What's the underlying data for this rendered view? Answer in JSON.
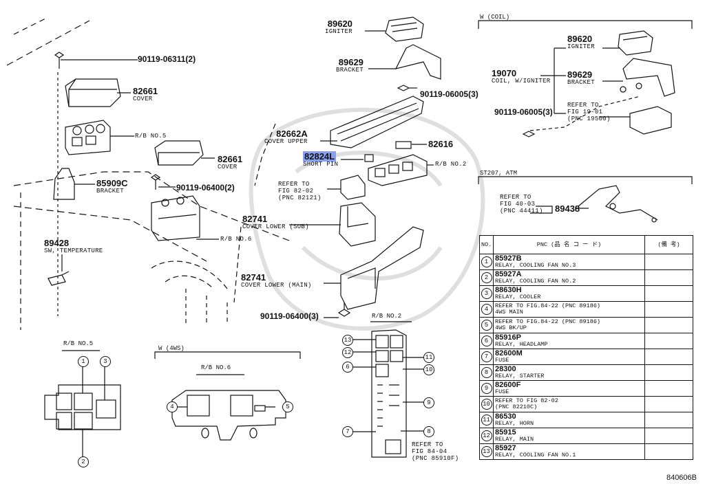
{
  "parts": {
    "p90119_06311": {
      "num": "90119-06311(2)"
    },
    "p82661_a": {
      "num": "82661",
      "desc": "COVER"
    },
    "rb5_top": {
      "desc": "R/B NO.5"
    },
    "p85909c": {
      "num": "85909C",
      "desc": "BRACKET"
    },
    "p82661_b": {
      "num": "82661",
      "desc": "COVER"
    },
    "p90119_06400_2": {
      "num": "90119-06400(2)"
    },
    "rb6_top": {
      "desc": "R/B NO.6"
    },
    "p89428": {
      "num": "89428",
      "desc": "SW, TEMPERATURE"
    },
    "p89620_a": {
      "num": "89620",
      "desc": "IGNITER"
    },
    "p89629_a": {
      "num": "89629",
      "desc": "BRACKET"
    },
    "p90119_06005_a": {
      "num": "90119-06005(3)"
    },
    "p82662a": {
      "num": "82662A",
      "desc": "COVER UPPER"
    },
    "p82824l": {
      "num": "82824L",
      "desc": "SHORT PIN"
    },
    "p82616": {
      "num": "82616"
    },
    "rb2_top": {
      "desc": "R/B NO.2"
    },
    "ref_8202": {
      "line1": "REFER TO",
      "line2": "FIG 82-02",
      "line3": "(PNC 82121)"
    },
    "p82741_sub": {
      "num": "82741",
      "desc": "COVER LOWER (SUB)"
    },
    "p82741_main": {
      "num": "82741",
      "desc": "COVER LOWER (MAIN)"
    },
    "p90119_06400_3": {
      "num": "90119-06400(3)"
    },
    "p19070": {
      "num": "19070",
      "desc": "COIL, W/IGNITER"
    },
    "p89620_b": {
      "num": "89620",
      "desc": "IGNITER"
    },
    "p89629_b": {
      "num": "89629",
      "desc": "BRACKET"
    },
    "ref_1901": {
      "line1": "REFER TO",
      "line2": "FIG 19-01",
      "line3": "(PNC 19500)"
    },
    "p90119_06005_b": {
      "num": "90119-06005(3)"
    },
    "ref_4003": {
      "line1": "REFER TO",
      "line2": "FIG 40-03",
      "line3": "(PNC 44411)"
    },
    "p89438": {
      "num": "89438"
    },
    "ref_8404": {
      "line1": "REFER TO",
      "line2": "FIG 84-04",
      "line3": "(PNC 85910F)"
    }
  },
  "sections": {
    "w_coil": "W (COIL)",
    "st207": "ST207, ATM",
    "w_4ws": "W (4WS)",
    "rb5_detail": "R/B NO.5",
    "rb6_detail": "R/B NO.6",
    "rb2_detail": "R/B NO.2"
  },
  "callouts": [
    "1",
    "2",
    "3",
    "4",
    "5",
    "6",
    "7",
    "8",
    "9",
    "10",
    "11",
    "12",
    "13"
  ],
  "table": {
    "headers": {
      "no": "NO.",
      "pnc": "PNC (品 名 コ ー ド)",
      "remarks": "(備 考)"
    },
    "rows": [
      {
        "no": "1",
        "pnc": "85927B",
        "name": "RELAY, COOLING FAN NO.3"
      },
      {
        "no": "2",
        "pnc": "85927A",
        "name": "RELAY, COOLING FAN NO.2"
      },
      {
        "no": "3",
        "pnc": "88630H",
        "name": "RELAY, COOLER"
      },
      {
        "no": "4",
        "pnc": "",
        "name": "REFER TO FIG.84-22 (PNC 89186)",
        "name2": "4WS MAIN"
      },
      {
        "no": "5",
        "pnc": "",
        "name": "REFER TO FIG.84-22 (PNC 89186)",
        "name2": "4WS BK/UP"
      },
      {
        "no": "6",
        "pnc": "85916P",
        "name": "RELAY, HEADLAMP"
      },
      {
        "no": "7",
        "pnc": "82600M",
        "name": "FUSE"
      },
      {
        "no": "8",
        "pnc": "28300",
        "name": "RELAY, STARTER"
      },
      {
        "no": "9",
        "pnc": "82600F",
        "name": "FUSE"
      },
      {
        "no": "10",
        "pnc": "",
        "name": "REFER TO FIG 82-02",
        "name2": "(PNC 82210C)"
      },
      {
        "no": "11",
        "pnc": "86530",
        "name": "RELAY, HORN"
      },
      {
        "no": "12",
        "pnc": "85915",
        "name": "RELAY, MAIN"
      },
      {
        "no": "13",
        "pnc": "85927",
        "name": "RELAY, COOLING FAN NO.1"
      }
    ]
  },
  "figure_code": "840606B",
  "colors": {
    "ink": "#111111",
    "highlight": "#8aa0ee",
    "watermark": "#d8d8d8"
  }
}
